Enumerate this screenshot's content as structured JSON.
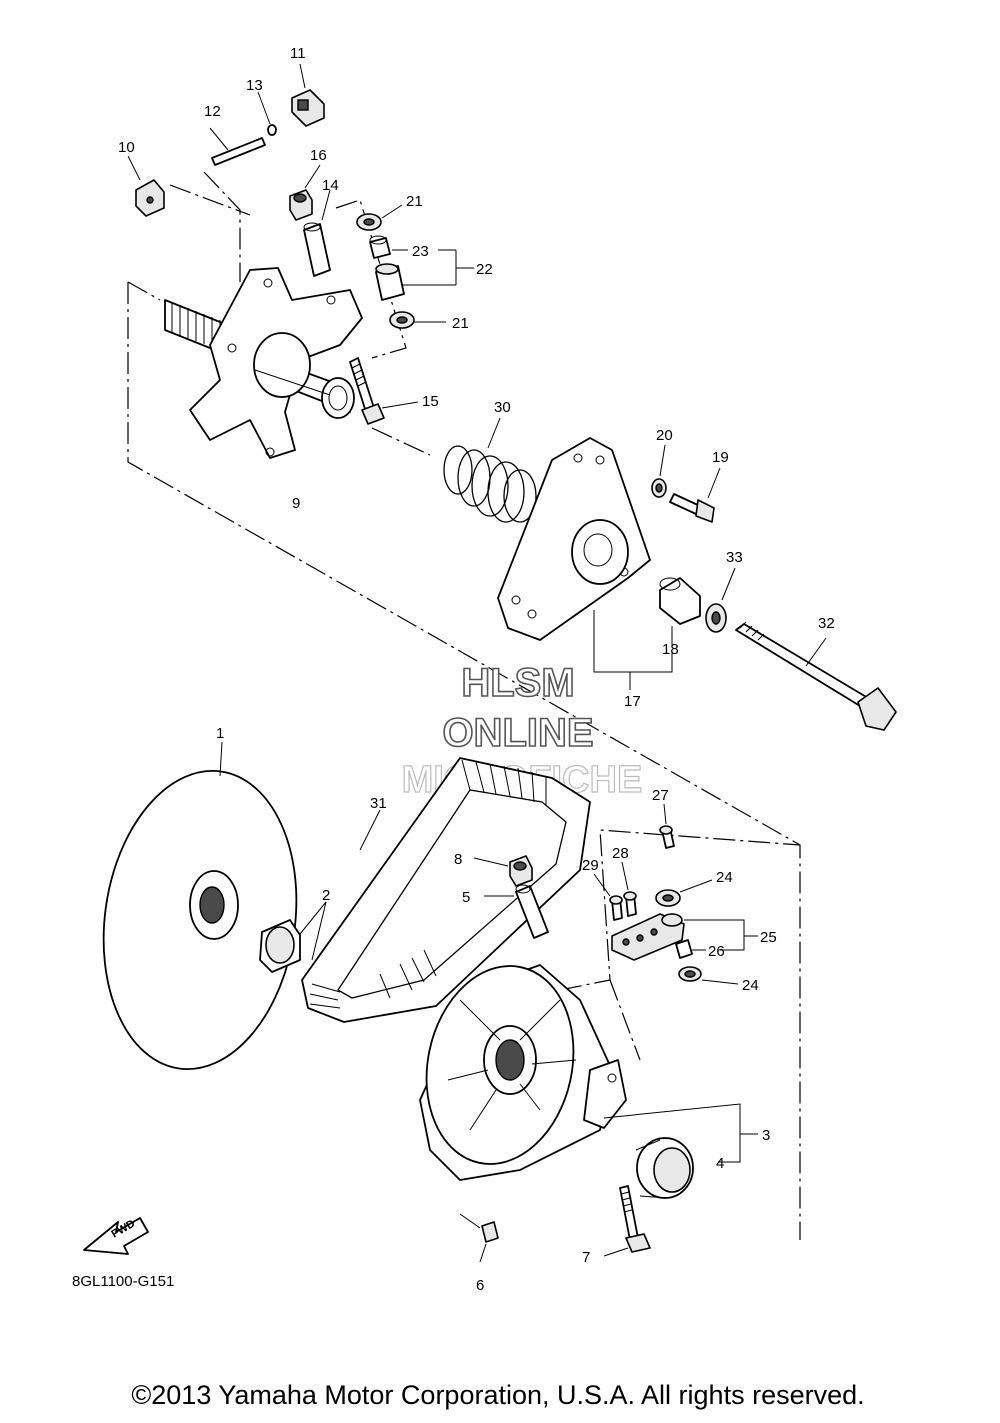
{
  "watermark": {
    "line1": "HLSM",
    "line2": "ONLINE",
    "line3": "MICROFICHE"
  },
  "diagram_code": "8GL1100-G151",
  "fwd_label": "FWD",
  "copyright": "©2013 Yamaha Motor Corporation, U.S.A. All rights reserved.",
  "callouts": {
    "c1": "1",
    "c2": "2",
    "c3": "3",
    "c4": "4",
    "c5": "5",
    "c6": "6",
    "c7": "7",
    "c8": "8",
    "c9": "9",
    "c10": "10",
    "c11": "11",
    "c12": "12",
    "c13": "13",
    "c14": "14",
    "c15": "15",
    "c16": "16",
    "c17": "17",
    "c18": "18",
    "c19": "19",
    "c20": "20",
    "c21a": "21",
    "c21b": "21",
    "c22": "22",
    "c23": "23",
    "c24a": "24",
    "c24b": "24",
    "c25": "25",
    "c26": "26",
    "c27": "27",
    "c28": "28",
    "c29": "29",
    "c30": "30",
    "c31": "31",
    "c32": "32",
    "c33": "33"
  }
}
